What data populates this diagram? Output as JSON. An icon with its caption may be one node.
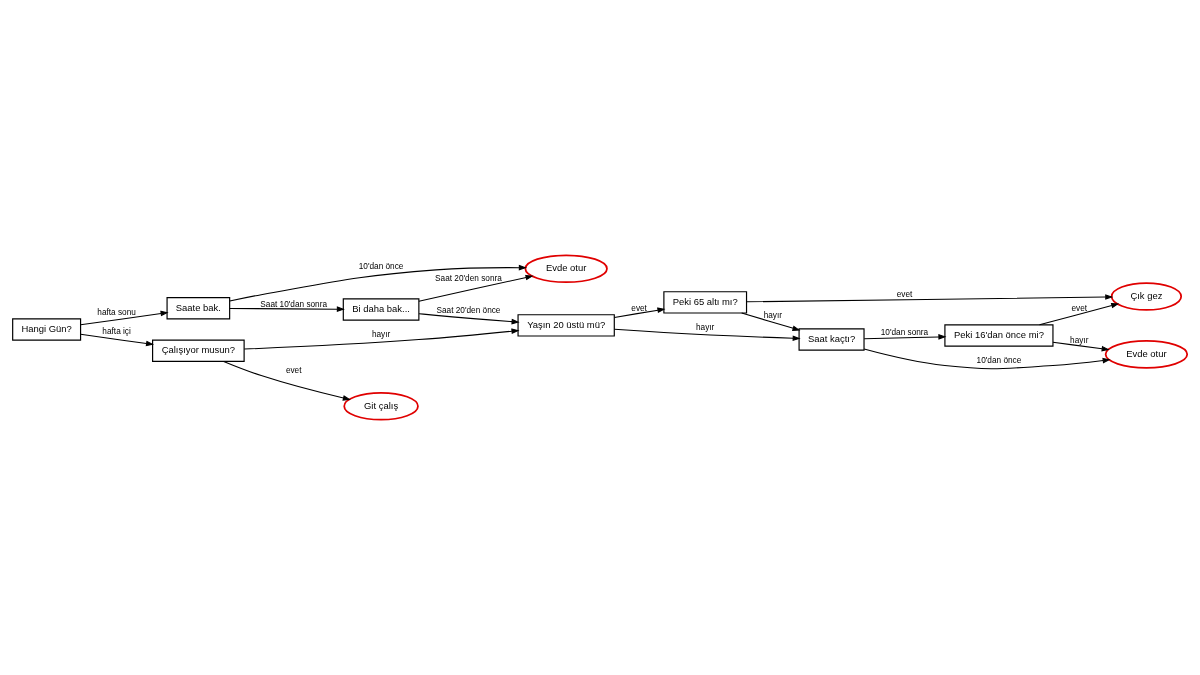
{
  "diagram": {
    "nodes": [
      {
        "text": [
          "Hangi Gün?"
        ]
      },
      {
        "text": [
          "Saate bak."
        ]
      },
      {
        "text": [
          "Bi daha bak..."
        ]
      },
      {
        "text": [
          "Çık gez"
        ]
      },
      {
        "text": [
          "Çalışıyor musun?"
        ]
      },
      {
        "text": [
          "Evde otur"
        ]
      },
      {
        "text": [
          "Yaşın 20 üstü mü?"
        ]
      },
      {
        "text": [
          "Peki 65 altı mı?"
        ]
      },
      {
        "text": [
          "Git çalış"
        ]
      },
      {
        "text": [
          "Saat kaçtı?"
        ]
      },
      {
        "text": [
          "Peki 16'dan önce mi?"
        ]
      },
      {
        "text": [
          "Evde otur"
        ]
      }
    ],
    "edges": [
      {
        "from": 0,
        "to": 1,
        "arrow": "to",
        "label": "hafta sonu"
      },
      {
        "from": 1,
        "to": 2,
        "arrow": "to",
        "label": "Saat 10'dan sonra"
      },
      {
        "from": 0,
        "to": 4,
        "arrow": "to",
        "label": "hafta içi"
      },
      {
        "from": 1,
        "to": 5,
        "arrow": "to",
        "label": "10'dan önce"
      },
      {
        "from": 2,
        "to": 5,
        "arrow": "to",
        "label": "Saat 20'den sonra"
      },
      {
        "from": 2,
        "to": 6,
        "arrow": "to",
        "label": "Saat 20'den önce"
      },
      {
        "from": 4,
        "to": 8,
        "arrow": "to",
        "label": "evet"
      },
      {
        "from": 4,
        "to": 6,
        "arrow": "to",
        "label": "hayır"
      },
      {
        "from": 6,
        "to": 7,
        "arrow": "to",
        "label": "evet"
      },
      {
        "from": 7,
        "to": 3,
        "arrow": "to",
        "label": "evet"
      },
      {
        "from": 6,
        "to": 9,
        "arrow": "to",
        "label": "hayır"
      },
      {
        "from": 7,
        "to": 9,
        "arrow": "to",
        "label": "hayır"
      },
      {
        "from": 9,
        "to": 10,
        "arrow": "to",
        "label": "10'dan sonra"
      },
      {
        "from": 10,
        "to": 3,
        "arrow": "to",
        "label": "evet"
      },
      {
        "from": 10,
        "to": 11,
        "arrow": "to",
        "label": "hayır"
      },
      {
        "from": 9,
        "to": 11,
        "arrow": "to",
        "label": "10'dan önce"
      }
    ]
  }
}
